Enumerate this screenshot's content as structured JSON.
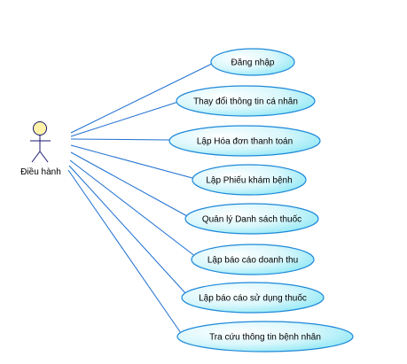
{
  "diagram": {
    "actor": {
      "name": "Điều hành"
    },
    "use_cases": [
      {
        "label": "Đăng nhập"
      },
      {
        "label": "Thay đổi thông tin cá nhân"
      },
      {
        "label": "Lập Hóa đơn thanh toán"
      },
      {
        "label": "Lập Phiếu khám bệnh"
      },
      {
        "label": "Quản lý Danh sách thuốc"
      },
      {
        "label": "Lập báo cáo doanh thu"
      },
      {
        "label": "Lập báo cáo sử dụng thuốc"
      },
      {
        "label": "Tra cứu thông tin bệnh nhân"
      }
    ],
    "colors": {
      "actor_head_fill": "#fff2a8",
      "actor_stroke": "#1a1a6e",
      "use_case_fill_light": "#ffffff",
      "use_case_fill_dark": "#8fe8f5",
      "use_case_stroke": "#1e88d8",
      "association_line": "#1e6fd0"
    }
  }
}
